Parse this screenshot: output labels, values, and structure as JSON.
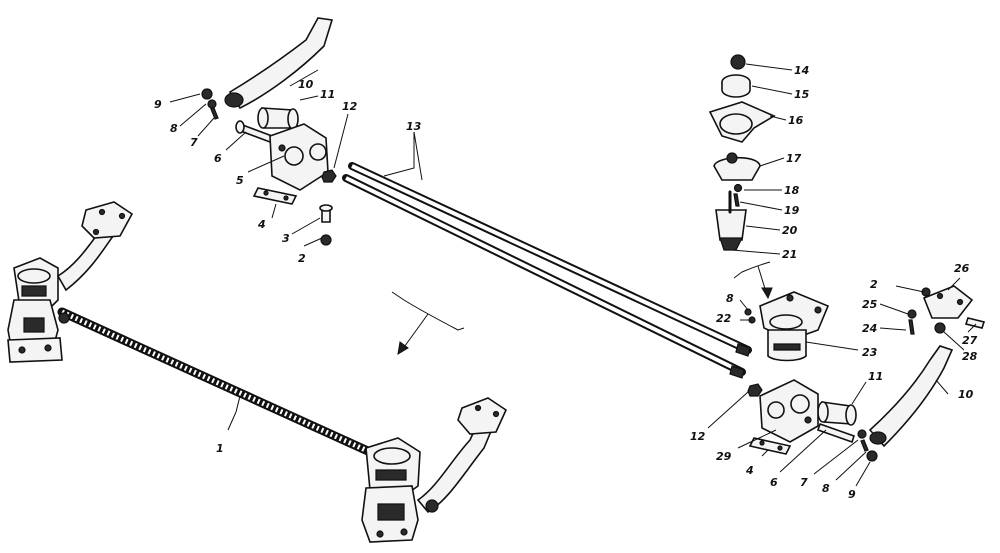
{
  "callouts": {
    "c1": "1",
    "c2a": "2",
    "c2b": "2",
    "c3": "3",
    "c4a": "4",
    "c4b": "4",
    "c5": "5",
    "c6a": "6",
    "c6b": "6",
    "c7a": "7",
    "c7b": "7",
    "c8a": "8",
    "c8b": "8",
    "c8c": "8",
    "c9a": "9",
    "c9b": "9",
    "c10a": "10",
    "c10b": "10",
    "c11a": "11",
    "c11b": "11",
    "c12a": "12",
    "c12b": "12",
    "c13": "13",
    "c14": "14",
    "c15": "15",
    "c16": "16",
    "c17": "17",
    "c18": "18",
    "c19": "19",
    "c20": "20",
    "c21": "21",
    "c22": "22",
    "c23": "23",
    "c24": "24",
    "c25": "25",
    "c26": "26",
    "c27": "27",
    "c28": "28",
    "c29": "29"
  },
  "colors": {
    "ink": "#111111",
    "paper": "#ffffff"
  }
}
